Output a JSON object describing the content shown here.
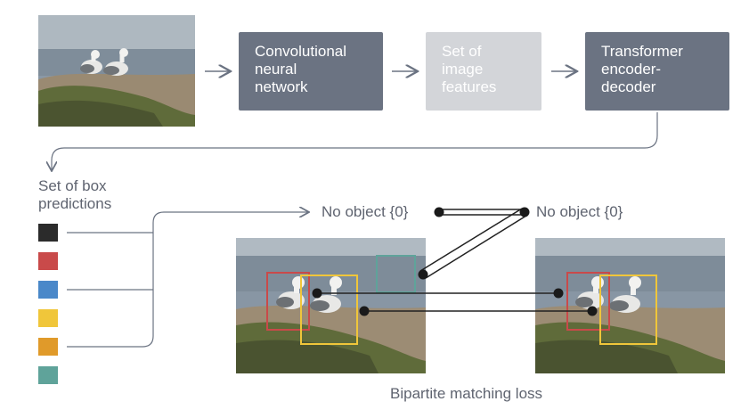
{
  "pipeline": {
    "cnn_label": "Convolutional\nneural\nnetwork",
    "features_label": "Set of\nimage\nfeatures",
    "transformer_label": "Transformer\nencoder-\ndecoder"
  },
  "predictions": {
    "title": "Set of box\npredictions",
    "colors": [
      "#2b2b2b",
      "#c94a4a",
      "#4a88c9",
      "#f0c63a",
      "#e09a2a",
      "#5fa39a"
    ]
  },
  "matching": {
    "no_object_left": "No object {0}",
    "no_object_right": "No object {0}",
    "caption": "Bipartite matching loss"
  }
}
